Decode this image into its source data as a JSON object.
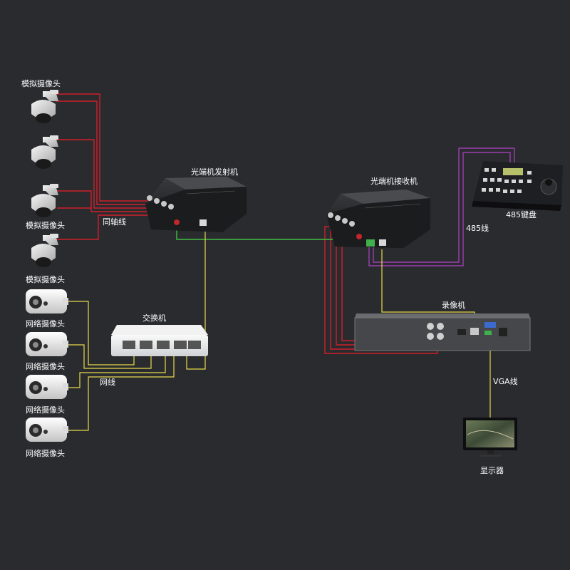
{
  "labels": {
    "analog_camera": "模拟摄像头",
    "network_camera": "网络摄像头",
    "transmitter": "光端机发射机",
    "receiver": "光端机接收机",
    "coax": "同轴线",
    "switch": "交换机",
    "network_cable": "网线",
    "rs485_line": "485线",
    "rs485_keyboard": "485键盘",
    "nvr": "录像机",
    "vga_line": "VGA线",
    "monitor": "显示器"
  },
  "colors": {
    "background": "#2a2b2f",
    "coax_wire": "#d0202a",
    "network_wire": "#e8d94a",
    "fiber_wire": "#3fc040",
    "rs485_wire": "#9b3fb0",
    "vga_wire": "#e8d94a"
  }
}
